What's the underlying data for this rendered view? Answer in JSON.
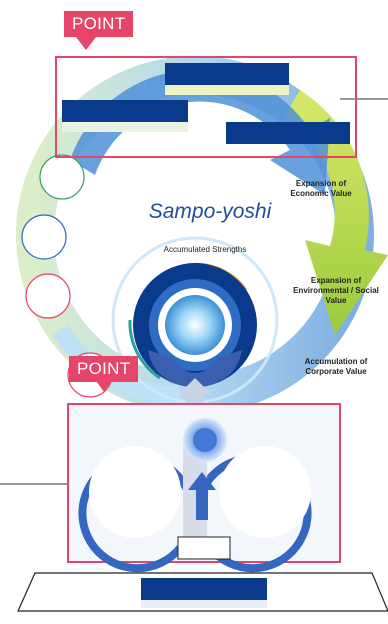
{
  "diagram": {
    "title": "Sampo-yoshi",
    "center_label": "Accumulated Strengths",
    "point_labels": [
      "POINT",
      "POINT"
    ],
    "outputs": [
      "Expansion of Economic Value",
      "Expansion of Environmental / Social Value",
      "Accumulation of Corporate Value"
    ],
    "colors": {
      "accent_pink": "#e6456a",
      "navy": "#0a3a8c",
      "blue": "#2f6dc4",
      "light_blue": "#bfe0f5",
      "lime": "#b8d84a",
      "orange": "#f29a2e",
      "teal": "#2aa0a0"
    }
  }
}
